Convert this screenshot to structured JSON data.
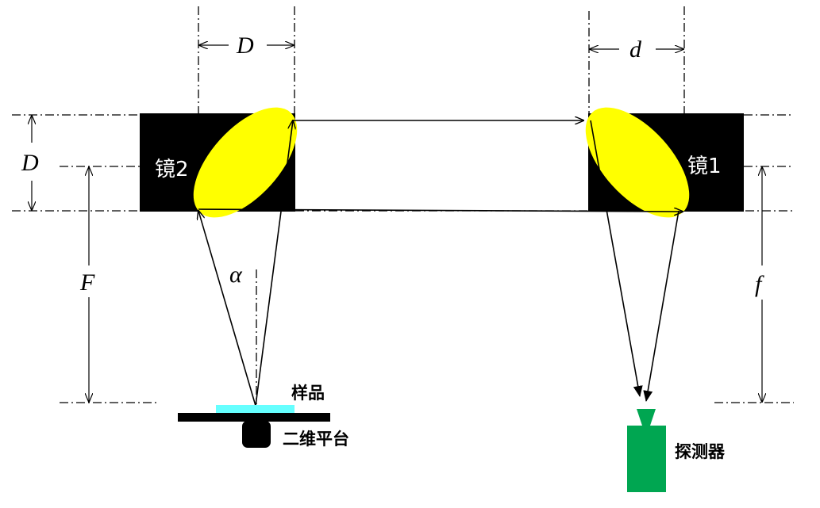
{
  "labels": {
    "D_top": "D",
    "d_top": "d",
    "D_left": "D",
    "F_left": "F",
    "f_right": "f",
    "alpha": "α",
    "mirror2": "镜2",
    "mirror1": "镜1",
    "sample": "样品",
    "stage": "二维平台",
    "detector": "探测器"
  },
  "colors": {
    "mirror_block": "#000000",
    "reflector": "#ffff00",
    "sample": "#66ffff",
    "detector": "#00a651",
    "stage": "#000000"
  }
}
